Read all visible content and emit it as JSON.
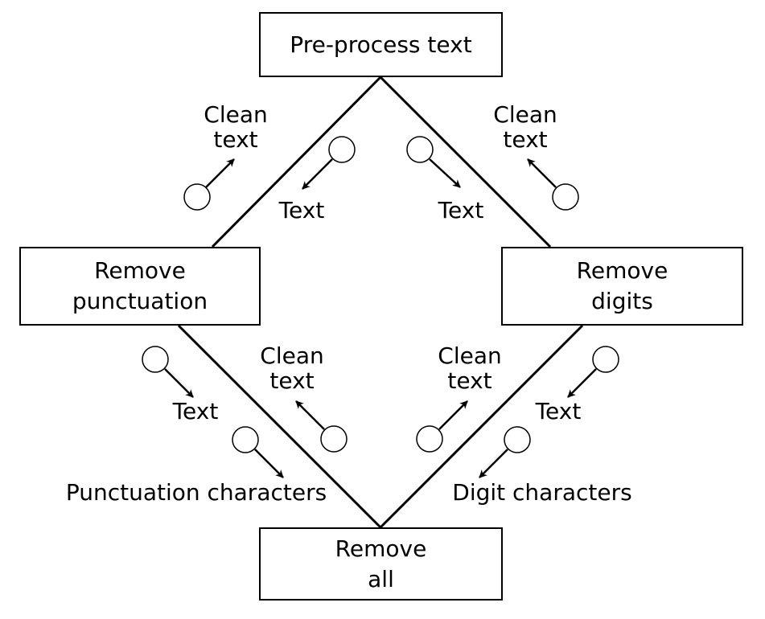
{
  "nodes": {
    "preprocess": {
      "line1": "Pre-process text"
    },
    "punct": {
      "line1": "Remove",
      "line2": "punctuation"
    },
    "digits": {
      "line1": "Remove",
      "line2": "digits"
    },
    "all": {
      "line1": "Remove",
      "line2": "all"
    }
  },
  "flows": {
    "pre_punct_return": {
      "line1": "Clean",
      "line2": "text"
    },
    "pre_punct_send": {
      "line1": "Text"
    },
    "pre_digits_send": {
      "line1": "Text"
    },
    "pre_digits_return": {
      "line1": "Clean",
      "line2": "text"
    },
    "punct_all_send": {
      "line1": "Text"
    },
    "punct_all_chars": {
      "line1": "Punctuation characters"
    },
    "punct_all_return": {
      "line1": "Clean",
      "line2": "text"
    },
    "digits_all_return": {
      "line1": "Clean",
      "line2": "text"
    },
    "digits_all_send": {
      "line1": "Text"
    },
    "digits_all_chars": {
      "line1": "Digit characters"
    }
  }
}
